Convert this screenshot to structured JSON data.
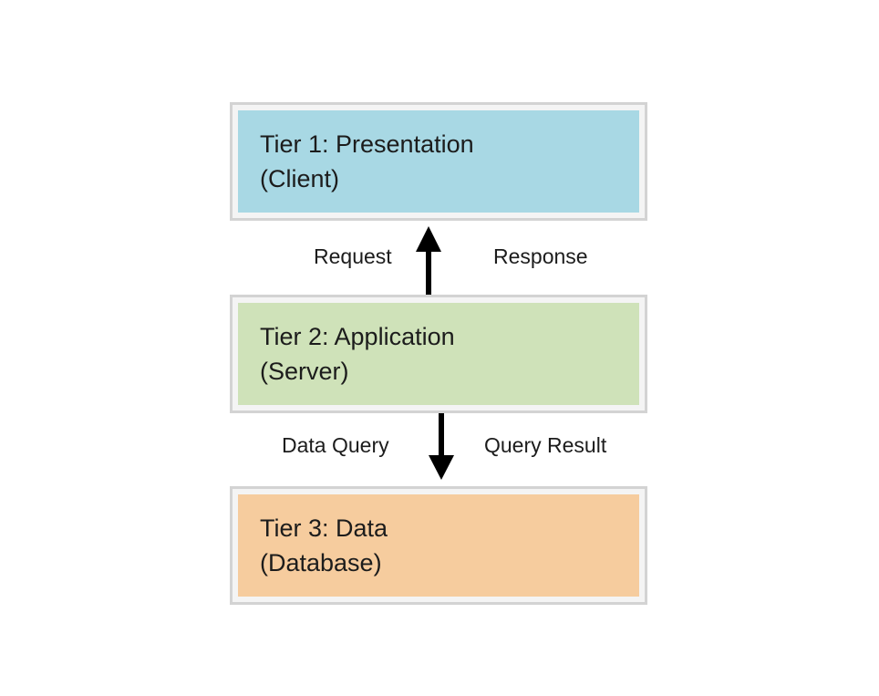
{
  "tiers": [
    {
      "line1": "Tier 1: Presentation",
      "line2": "(Client)",
      "color": "#a8d8e4"
    },
    {
      "line1": "Tier 2: Application",
      "line2": "(Server)",
      "color": "#cfe2b9"
    },
    {
      "line1": "Tier 3: Data",
      "line2": "(Database)",
      "color": "#f6cc9e"
    }
  ],
  "connections": [
    {
      "left_label": "Request",
      "right_label": "Response",
      "direction": "up"
    },
    {
      "left_label": "Data Query",
      "right_label": "Query Result",
      "direction": "down"
    }
  ],
  "colors": {
    "border": "#d3d3d3",
    "arrow": "#000000",
    "text": "#1c1c1c"
  }
}
